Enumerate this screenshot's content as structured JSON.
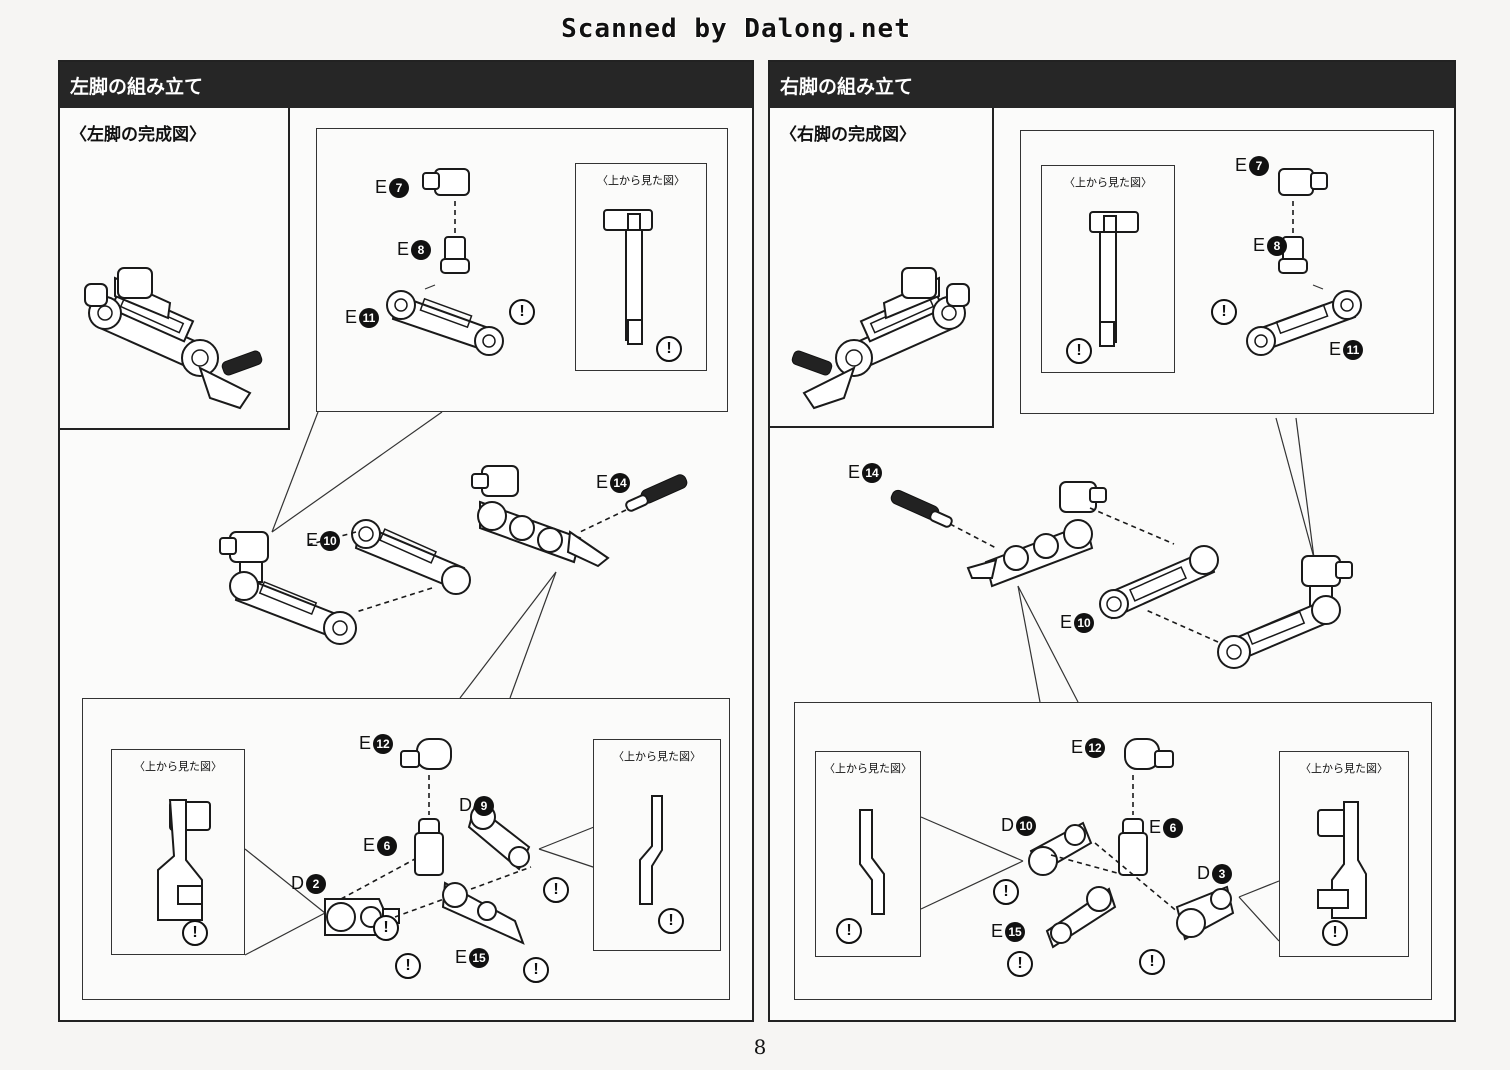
{
  "scan_credit": "Scanned by Dalong.net",
  "page_number": "8",
  "left_section": {
    "title": "左脚の組み立て",
    "complete_title": "〈左脚の完成図〉",
    "top_view_labels": [
      "〈上から見た図〉",
      "〈上から見た図〉",
      "〈上から見た図〉"
    ],
    "parts": [
      {
        "letter": "E",
        "num": "7"
      },
      {
        "letter": "E",
        "num": "8"
      },
      {
        "letter": "E",
        "num": "11"
      },
      {
        "letter": "E",
        "num": "14"
      },
      {
        "letter": "E",
        "num": "10"
      },
      {
        "letter": "E",
        "num": "12"
      },
      {
        "letter": "D",
        "num": "9"
      },
      {
        "letter": "E",
        "num": "6"
      },
      {
        "letter": "D",
        "num": "2"
      },
      {
        "letter": "E",
        "num": "15"
      }
    ]
  },
  "right_section": {
    "title": "右脚の組み立て",
    "complete_title": "〈右脚の完成図〉",
    "top_view_labels": [
      "〈上から見た図〉",
      "〈上から見た図〉",
      "〈上から見た図〉"
    ],
    "parts": [
      {
        "letter": "E",
        "num": "7"
      },
      {
        "letter": "E",
        "num": "8"
      },
      {
        "letter": "E",
        "num": "11"
      },
      {
        "letter": "E",
        "num": "14"
      },
      {
        "letter": "E",
        "num": "10"
      },
      {
        "letter": "E",
        "num": "12"
      },
      {
        "letter": "D",
        "num": "10"
      },
      {
        "letter": "E",
        "num": "6"
      },
      {
        "letter": "D",
        "num": "3"
      },
      {
        "letter": "E",
        "num": "15"
      }
    ]
  },
  "icons": {
    "warning": "!",
    "warning_name": "caution-icon"
  }
}
